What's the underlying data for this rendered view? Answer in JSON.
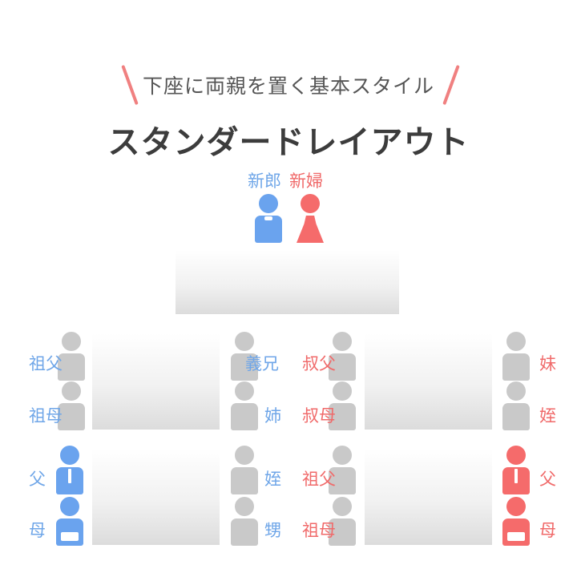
{
  "header": {
    "subtitle": "下座に両親を置く基本スタイル",
    "title": "スタンダードレイアウト"
  },
  "colors": {
    "groom_side": "#6fa6e8",
    "bride_side": "#f06a6a",
    "guest_gray": "#c9c9c9",
    "accent_slash": "#f08080",
    "groom_figure": "#6aa3ee",
    "bride_figure": "#f56b6b"
  },
  "couple": {
    "groom": "新郎",
    "bride": "新婦"
  },
  "tables": {
    "groom_front": {
      "left_top": "祖父",
      "left_bottom": "祖母",
      "right_top": "義兄",
      "right_bottom": "姉"
    },
    "groom_back": {
      "left_top": "父",
      "left_bottom": "母",
      "right_top": "姪",
      "right_bottom": "甥"
    },
    "bride_front": {
      "left_top": "叔父",
      "left_bottom": "叔母",
      "right_top": "妹",
      "right_bottom": "姪"
    },
    "bride_back": {
      "left_top": "祖父",
      "left_bottom": "祖母",
      "right_top": "父",
      "right_bottom": "母"
    }
  }
}
